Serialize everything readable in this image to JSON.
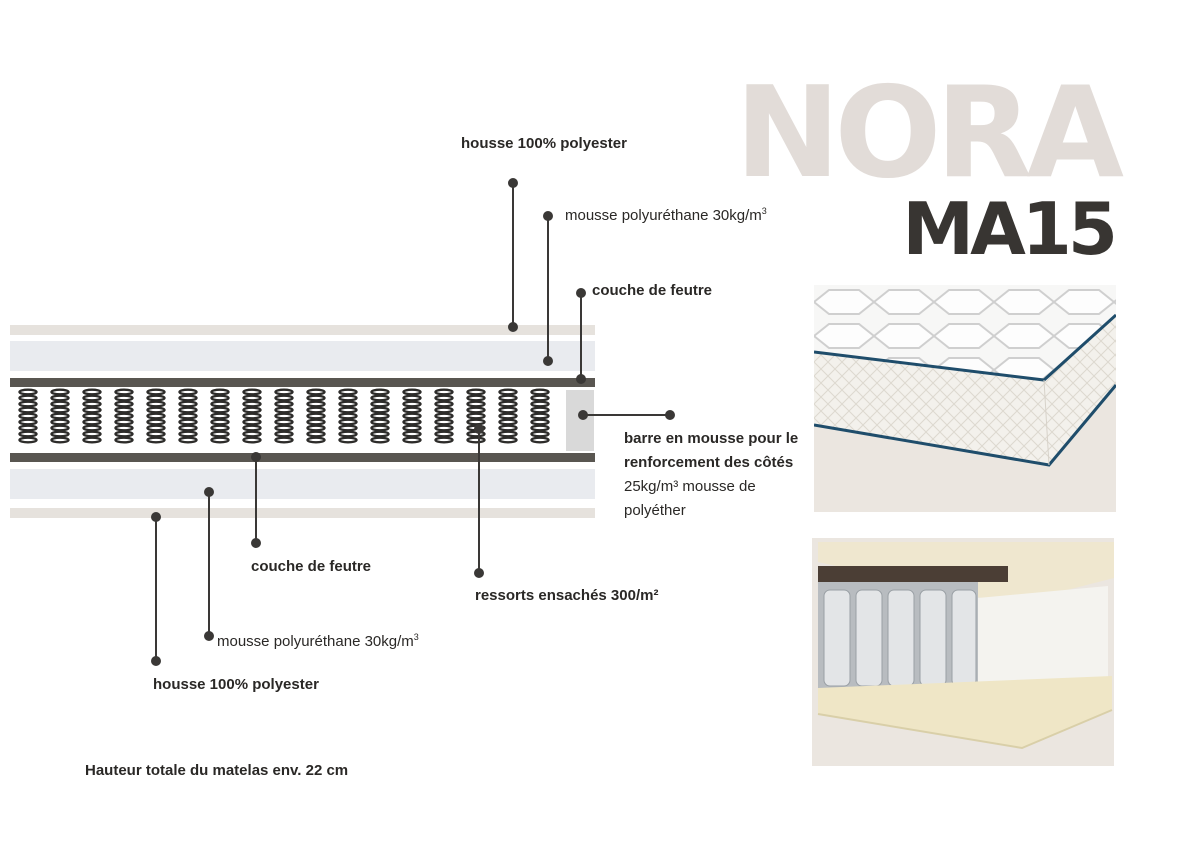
{
  "product": {
    "brand": "NORA",
    "model": "MA15"
  },
  "labels": {
    "top_cover": "housse 100% polyester",
    "top_foam_text": "mousse polyuréthane 30kg/m",
    "top_foam_sup": "3",
    "top_felt": "couche de feutre",
    "side_bar_line1": "barre en mousse pour le",
    "side_bar_line2": "renforcement des côtés",
    "side_bar_line3": "25kg/m³ mousse de",
    "side_bar_line4": "polyéther",
    "bottom_felt": "couche de feutre",
    "springs": "ressorts ensachés 300/m²",
    "bottom_foam_text": "mousse polyuréthane 30kg/m",
    "bottom_foam_sup": "3",
    "bottom_cover": "housse 100% polyester"
  },
  "footer": {
    "height_note": "Hauteur totale du matelas env. 22 cm"
  },
  "diagram": {
    "spring_count": 17
  },
  "colors": {
    "cover": "#e6e2dd",
    "foam": "#e9ebef",
    "felt": "#595651",
    "spring": "#2d2c2a",
    "side_bar": "#d9d9d9",
    "leader": "#3a3836",
    "brand_light": "#e2dcd8",
    "brand_dark": "#383532"
  }
}
